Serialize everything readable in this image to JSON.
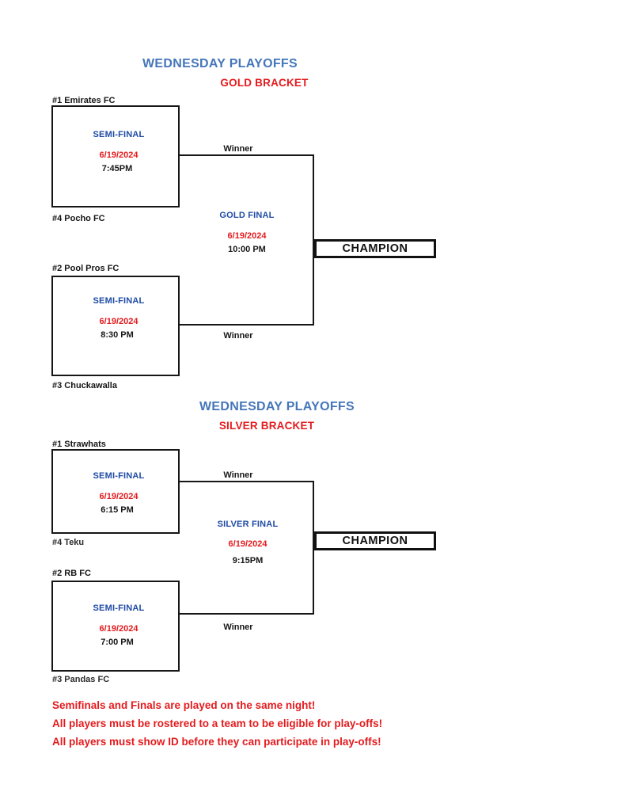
{
  "gold": {
    "title": "WEDNESDAY PLAYOFFS",
    "subtitle": "GOLD BRACKET",
    "team_seed1": "#1 Emirates FC",
    "team_seed4": "#4 Pocho FC",
    "team_seed2": "#2 Pool Pros FC",
    "team_seed3": "#3 Chuckawalla",
    "semifinal1": {
      "label": "SEMI-FINAL",
      "date": "6/19/2024",
      "time": "7:45PM"
    },
    "semifinal2": {
      "label": "SEMI-FINAL",
      "date": "6/19/2024",
      "time": "8:30 PM"
    },
    "final": {
      "label": "GOLD FINAL",
      "date": "6/19/2024",
      "time": "10:00 PM"
    },
    "winner_top": "Winner",
    "winner_bottom": "Winner",
    "champion_label": "CHAMPION"
  },
  "silver": {
    "title": "WEDNESDAY PLAYOFFS",
    "subtitle": "SILVER BRACKET",
    "team_seed1": "#1 Strawhats",
    "team_seed4": "#4 Teku",
    "team_seed2": "#2 RB FC",
    "team_seed3": "#3 Pandas FC",
    "semifinal1": {
      "label": "SEMI-FINAL",
      "date": "6/19/2024",
      "time": "6:15 PM"
    },
    "semifinal2": {
      "label": "SEMI-FINAL",
      "date": "6/19/2024",
      "time": "7:00 PM"
    },
    "final": {
      "label": "SILVER FINAL",
      "date": "6/19/2024",
      "time": "9:15PM"
    },
    "winner_top": "Winner",
    "winner_bottom": "Winner",
    "champion_label": "CHAMPION"
  },
  "footer": {
    "note1": "Semifinals and Finals are played on the same night!",
    "note2": "All players must be rostered to a team to be eligible for play-offs!",
    "note3": "All players must show ID before they can participate in play-offs!"
  },
  "colors": {
    "title_blue": "#4576B9",
    "accent_blue": "#1F4BA5",
    "accent_red": "#E41B1E",
    "line_black": "#161616"
  }
}
